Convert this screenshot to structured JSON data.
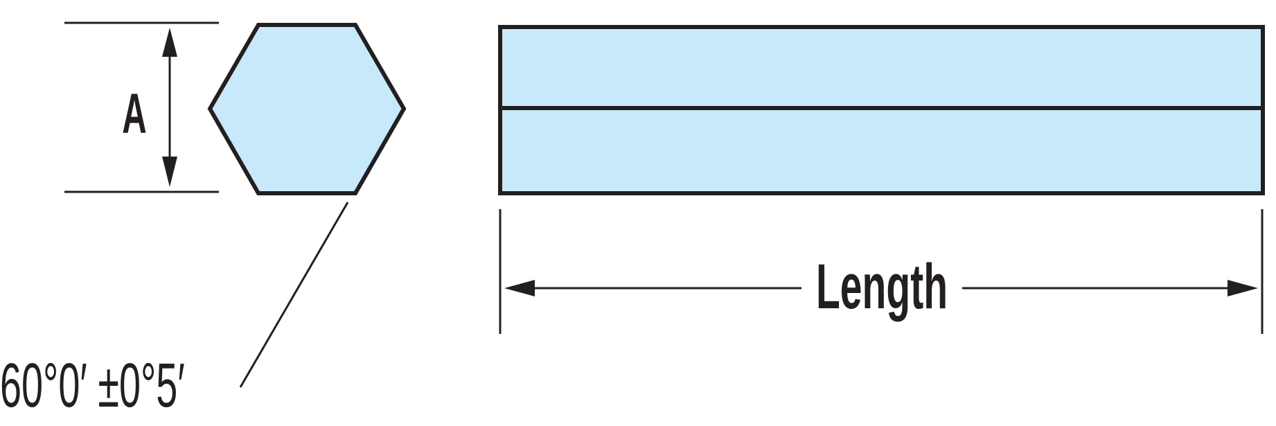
{
  "labels": {
    "across_flats": "A",
    "length": "Length",
    "angle": "60°0′ ±0°5′"
  },
  "colors": {
    "fill": "#c8e9f9",
    "stroke": "#231f20",
    "background": "#ffffff"
  }
}
